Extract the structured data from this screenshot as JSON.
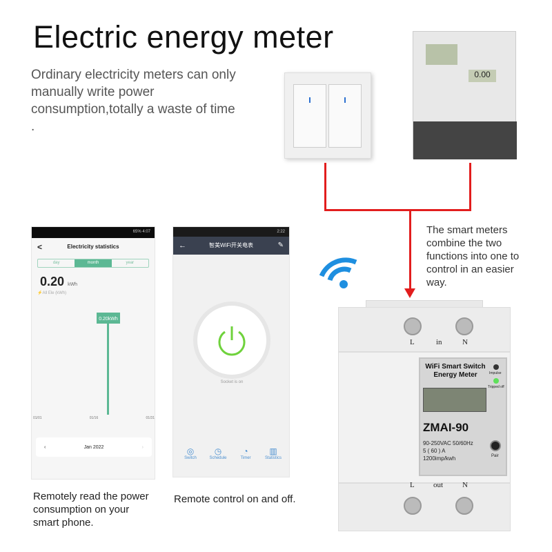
{
  "title": "Electric energy meter",
  "intro": "Ordinary electricity meters can only manually write power consumption,totally a waste of time .",
  "right_text": "The smart meters combine the two functions into one to control in an easier way.",
  "caption_left": "Remotely read the power consumption on your smart phone.",
  "caption_right": "Remote control on and off.",
  "colors": {
    "wire": "#e21d1d",
    "accent_green": "#5cb894",
    "wifi": "#1e8fe0"
  },
  "phone1": {
    "status": "65% 4:07",
    "back": "<",
    "header": "Electricity statistics",
    "tabs": [
      "day",
      "month",
      "year"
    ],
    "active_tab": "month",
    "value": "0.20",
    "unit": "kWh",
    "sub": "All Ele (kWh)",
    "tooltip": "0.20kWh",
    "x_ticks": [
      "01/01",
      "01/16",
      "01/31"
    ],
    "month": "Jan 2022",
    "prev": "‹",
    "next": "›"
  },
  "phone2": {
    "status": "2:22",
    "header": "智美WiFi开关电表",
    "state": "Socket is on",
    "nav": [
      {
        "label": "Switch",
        "icon": "switch-icon"
      },
      {
        "label": "Schedule",
        "icon": "clock-icon"
      },
      {
        "label": "Timer",
        "icon": "timer-icon"
      },
      {
        "label": "Statistics",
        "icon": "bar-chart-icon"
      }
    ]
  },
  "device": {
    "top_labels": [
      "L",
      "in",
      "N"
    ],
    "bottom_labels": [
      "L",
      "out",
      "N"
    ],
    "heading": "WiFi Smart Switch Energy Meter",
    "model": "ZMAI-90",
    "specs": [
      "90-250VAC  50/60Hz",
      "5 ( 60 ) A",
      "1200imp/kwh"
    ],
    "indicators": [
      "Impulse",
      "Tripped off"
    ],
    "pair": "Pair"
  },
  "old_meter": {
    "display": "0.00"
  }
}
